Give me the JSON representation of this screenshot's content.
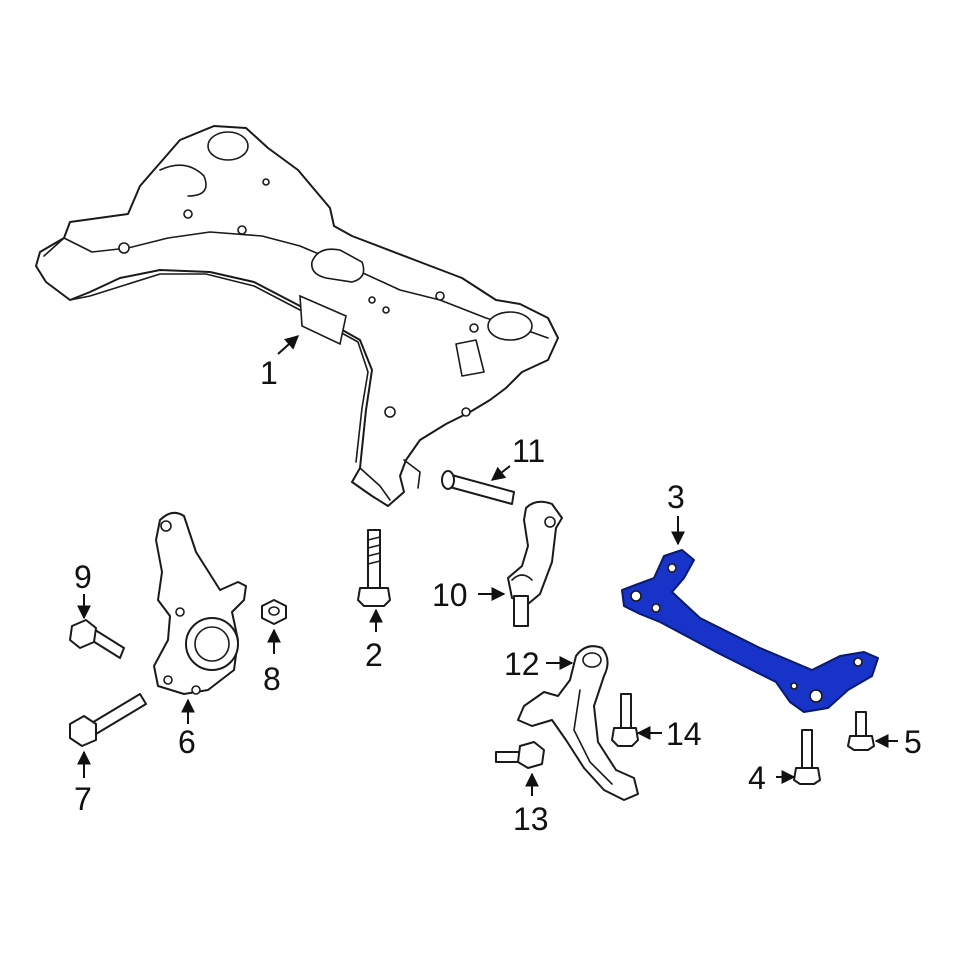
{
  "highlight_color": "#1733c8",
  "callouts": [
    {
      "id": "1",
      "text": "1"
    },
    {
      "id": "2",
      "text": "2"
    },
    {
      "id": "3",
      "text": "3"
    },
    {
      "id": "4",
      "text": "4"
    },
    {
      "id": "5",
      "text": "5"
    },
    {
      "id": "6",
      "text": "6"
    },
    {
      "id": "7",
      "text": "7"
    },
    {
      "id": "8",
      "text": "8"
    },
    {
      "id": "9",
      "text": "9"
    },
    {
      "id": "10",
      "text": "10"
    },
    {
      "id": "11",
      "text": "11"
    },
    {
      "id": "12",
      "text": "12"
    },
    {
      "id": "13",
      "text": "13"
    },
    {
      "id": "14",
      "text": "14"
    }
  ],
  "highlighted_part": "3"
}
